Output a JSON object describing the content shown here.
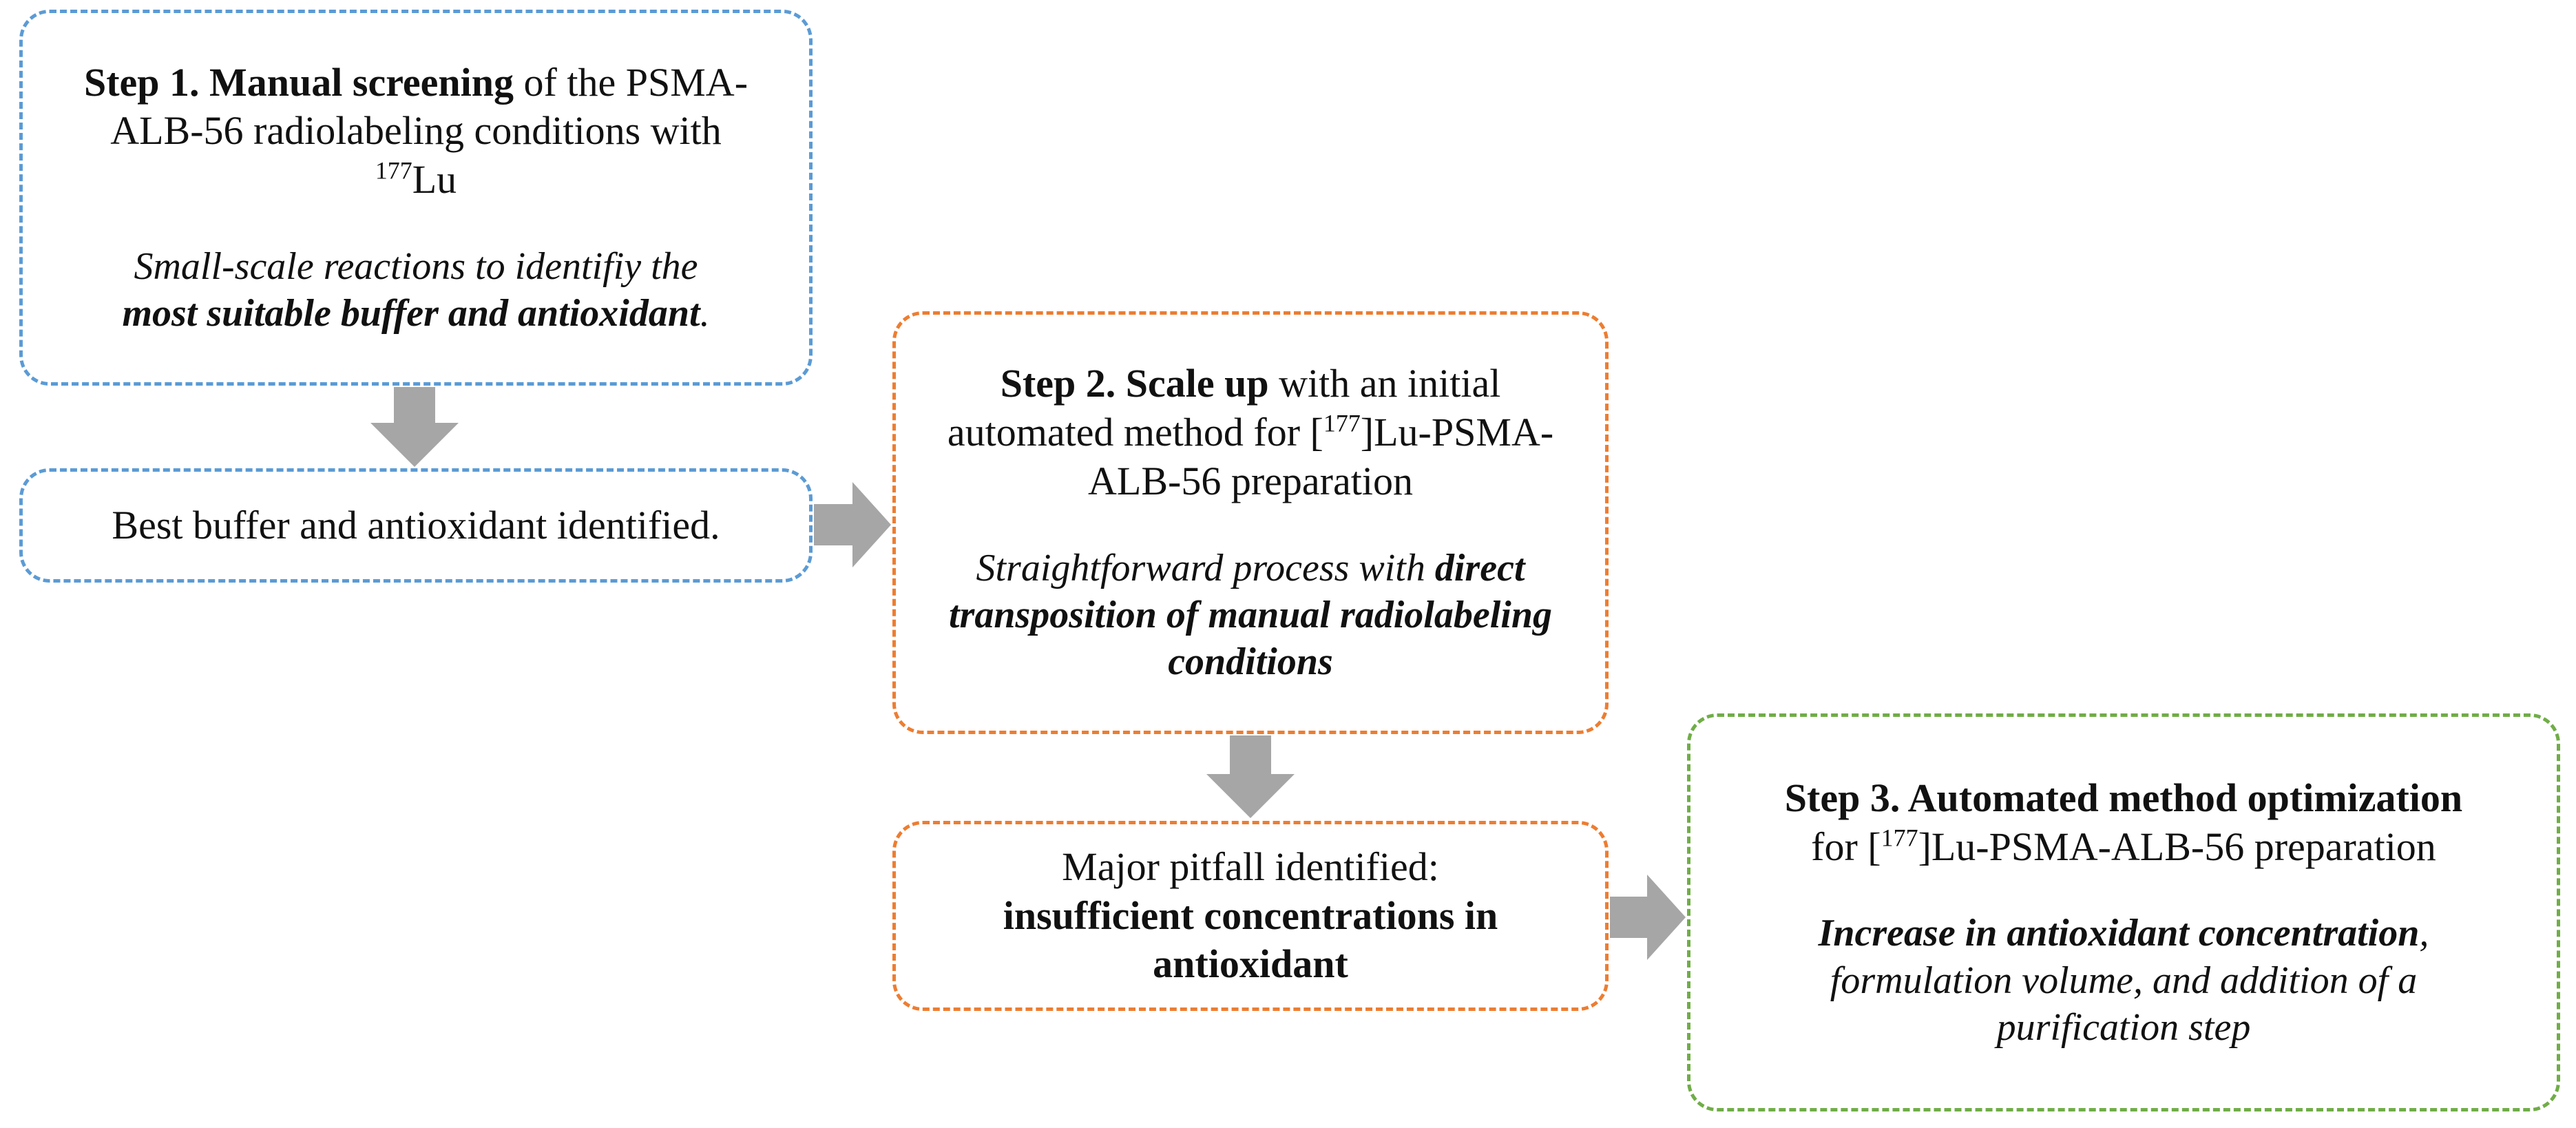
{
  "step1": {
    "title_bold": "Step 1. Manual screening",
    "title_rest": " of the PSMA-ALB-56 radiolabeling conditions with ",
    "sup": "177",
    "element": "Lu",
    "desc_italic": "Small-scale reactions to identifiy the",
    "desc_bold_italic": "most suitable buffer and antioxidant",
    "desc_end": "."
  },
  "result1": {
    "text": "Best buffer and antioxidant identified."
  },
  "step2": {
    "title_bold": "Step 2. Scale up",
    "title_rest": " with an initial automated method for [",
    "sup": "177",
    "title_end": "]Lu-PSMA-ALB-56 preparation",
    "desc_italic": "Straightforward process with ",
    "desc_bold_italic": "direct transposition of manual radiolabeling conditions"
  },
  "result2": {
    "line1": "Major pitfall identified:",
    "line2_bold": "insufficient concentrations in antioxidant"
  },
  "step3": {
    "title_bold": "Step 3. Automated method optimization",
    "title_rest": "for [",
    "sup": "177",
    "title_end": "]Lu-PSMA-ALB-56 preparation",
    "desc_bold_italic": "Increase in antioxidant concentration",
    "desc_italic": ", formulation volume, and addition of a purification step"
  },
  "colors": {
    "step1_border": "#5b9bd5",
    "step2_border": "#ed7d31",
    "step3_border": "#70ad47",
    "arrow": "#a6a6a6"
  }
}
